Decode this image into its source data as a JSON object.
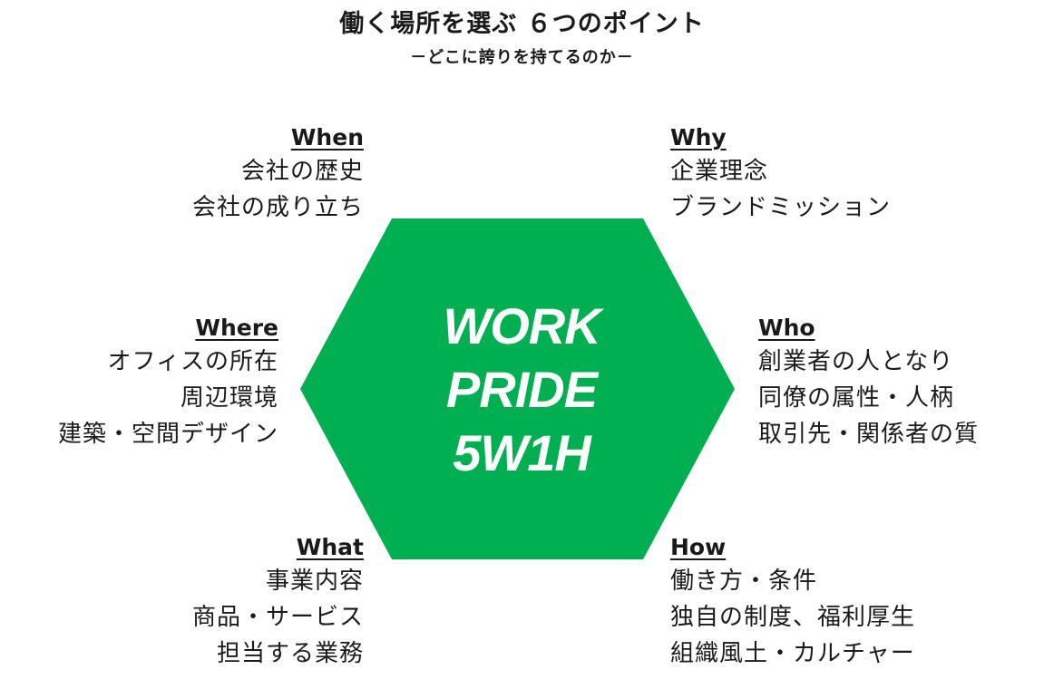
{
  "title": "働く場所を選ぶ ６つのポイント",
  "subtitle": "－どこに誇りを持てるのか－",
  "center": {
    "lines": [
      "WORK",
      "PRIDE",
      "5W1H"
    ],
    "fill_color": "#00b050",
    "text_color": "#ffffff"
  },
  "blocks": {
    "when": {
      "heading": "When",
      "items": [
        "会社の歴史",
        "会社の成り立ち"
      ]
    },
    "where": {
      "heading": "Where",
      "items": [
        "オフィスの所在",
        "周辺環境",
        "建築・空間デザイン"
      ]
    },
    "what": {
      "heading": "What",
      "items": [
        "事業内容",
        "商品・サービス",
        "担当する業務"
      ]
    },
    "why": {
      "heading": "Why",
      "items": [
        "企業理念",
        "ブランドミッション"
      ]
    },
    "who": {
      "heading": "Who",
      "items": [
        "創業者の人となり",
        "同僚の属性・人柄",
        "取引先・関係者の質"
      ]
    },
    "how": {
      "heading": "How",
      "items": [
        "働き方・条件",
        "独自の制度、福利厚生",
        "組織風土・カルチャー"
      ]
    }
  }
}
